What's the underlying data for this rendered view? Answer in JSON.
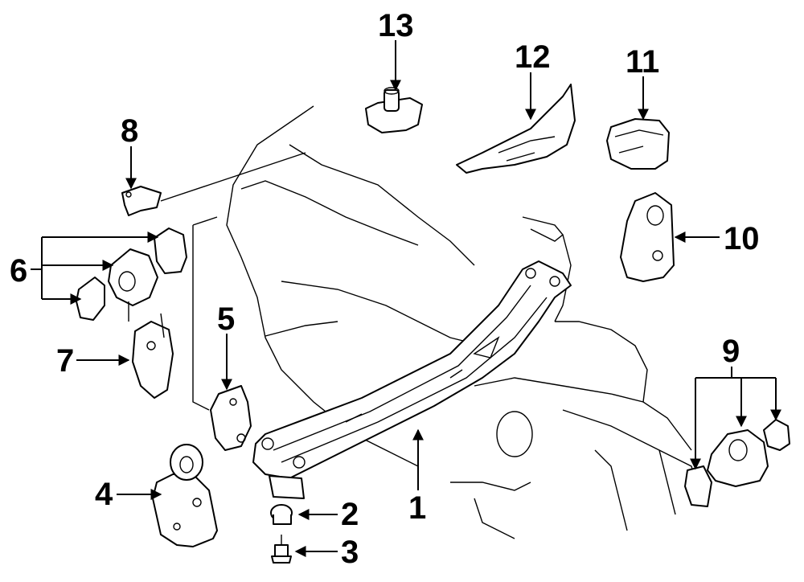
{
  "callouts": {
    "c1": "1",
    "c2": "2",
    "c3": "3",
    "c4": "4",
    "c5": "5",
    "c6": "6",
    "c7": "7",
    "c8": "8",
    "c9": "9",
    "c10": "10",
    "c11": "11",
    "c12": "12",
    "c13": "13"
  },
  "colors": {
    "ink": "#000000",
    "paper": "#ffffff"
  }
}
